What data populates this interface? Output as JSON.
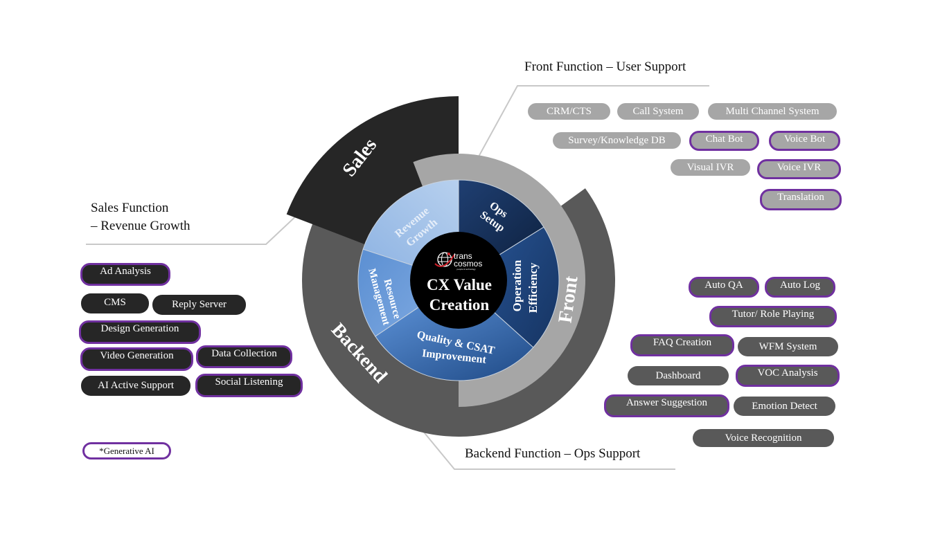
{
  "colors": {
    "generative_ai_border": "#7030a0",
    "front_ring": "#a6a6a6",
    "backend_ring": "#595959",
    "sales_ring": "#262626",
    "center": "#000000"
  },
  "center": {
    "logo_line1": "trans",
    "logo_line2": "cosmos",
    "logo_tagline": "people & technology",
    "title_line1": "CX Value",
    "title_line2": "Creation"
  },
  "inner_segments": [
    {
      "line1": "Revenue",
      "line2": "Growth"
    },
    {
      "line1": "Ops",
      "line2": "Setup"
    },
    {
      "line1": "Operation",
      "line2": "Efficiency"
    },
    {
      "line1": "Quality & CSAT",
      "line2": "Improvement"
    },
    {
      "line1": "Resource",
      "line2": "Management"
    }
  ],
  "outer_rings": {
    "sales": "Sales",
    "front": "Front",
    "backend": "Backend"
  },
  "callouts": {
    "front": "Front Function – User Support",
    "sales_line1": "Sales Function",
    "sales_line2": "– Revenue Growth",
    "backend": "Backend Function – Ops Support"
  },
  "front_tools": [
    {
      "label": "CRM/CTS",
      "generative_ai": false
    },
    {
      "label": "Call System",
      "generative_ai": false
    },
    {
      "label": "Multi Channel System",
      "generative_ai": false
    },
    {
      "label": "Survey/Knowledge DB",
      "generative_ai": false
    },
    {
      "label": "Chat Bot",
      "generative_ai": true
    },
    {
      "label": "Voice Bot",
      "generative_ai": true
    },
    {
      "label": "Visual IVR",
      "generative_ai": false
    },
    {
      "label": "Voice IVR",
      "generative_ai": true
    },
    {
      "label": "Translation",
      "generative_ai": true
    }
  ],
  "backend_tools": [
    {
      "label": "Auto QA",
      "generative_ai": true
    },
    {
      "label": "Auto Log",
      "generative_ai": true
    },
    {
      "label": "Tutor/ Role Playing",
      "generative_ai": true
    },
    {
      "label": "FAQ Creation",
      "generative_ai": true
    },
    {
      "label": "WFM System",
      "generative_ai": false
    },
    {
      "label": "Dashboard",
      "generative_ai": false
    },
    {
      "label": "VOC Analysis",
      "generative_ai": true
    },
    {
      "label": "Answer Suggestion",
      "generative_ai": true
    },
    {
      "label": "Emotion Detect",
      "generative_ai": false
    },
    {
      "label": "Voice Recognition",
      "generative_ai": false
    }
  ],
  "sales_tools": [
    {
      "label": "Ad Analysis",
      "generative_ai": true
    },
    {
      "label": "CMS",
      "generative_ai": false
    },
    {
      "label": "Reply Server",
      "generative_ai": false
    },
    {
      "label": "Design Generation",
      "generative_ai": true
    },
    {
      "label": "Video Generation",
      "generative_ai": true
    },
    {
      "label": "Data Collection",
      "generative_ai": true
    },
    {
      "label": "AI Active Support",
      "generative_ai": false
    },
    {
      "label": "Social Listening",
      "generative_ai": true
    }
  ],
  "legend": {
    "label": "*Generative AI"
  }
}
